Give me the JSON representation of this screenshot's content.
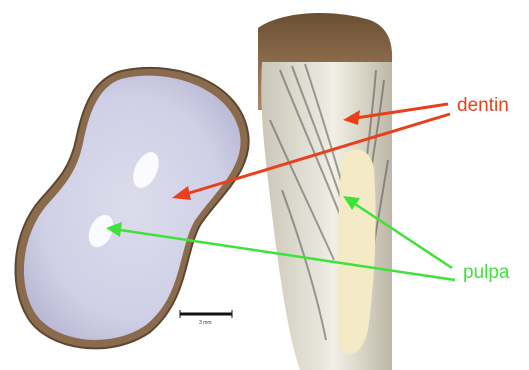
{
  "labels": {
    "dentin": "dentin",
    "pulpa": "pulpa"
  },
  "scale_bar": {
    "text": "3 mm"
  },
  "colors": {
    "dentin_label": "#e8401c",
    "dentin_arrow": "#e8401c",
    "pulpa_label": "#3fe23b",
    "pulpa_arrow": "#3fe23b"
  }
}
